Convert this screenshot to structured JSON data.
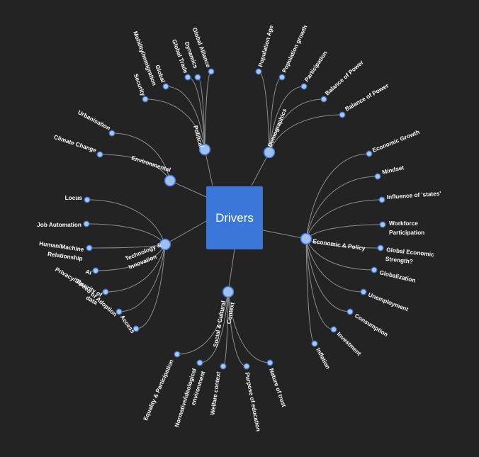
{
  "center": {
    "label": "Drivers"
  },
  "branches": [
    {
      "label": [
        "Political"
      ],
      "children": [
        [
          "Security"
        ],
        [
          "Global",
          "Mobility/Immigration"
        ],
        [
          "Global Trade"
        ],
        [
          "Dynamics"
        ],
        [
          "Global Alliance"
        ]
      ]
    },
    {
      "label": [
        "Demographics"
      ],
      "children": [
        [
          "Population Age"
        ],
        [
          "Population growth"
        ],
        [
          "Participation"
        ],
        [
          "Balance of Power"
        ],
        [
          "Balance of Power"
        ]
      ]
    },
    {
      "label": [
        "Environmental"
      ],
      "children": [
        [
          "Urbanisation"
        ],
        [
          "Climate Change"
        ]
      ]
    },
    {
      "label": [
        "Economic & Policy"
      ],
      "children": [
        [
          "Economic Growth"
        ],
        [
          "Mindset"
        ],
        [
          "Influence of 'states'"
        ],
        [
          "Workforce",
          "Participation"
        ],
        [
          "Global Economic",
          "Strength?"
        ],
        [
          "Globalization"
        ],
        [
          "Unemployment"
        ],
        [
          "Consumption"
        ],
        [
          "Investment"
        ],
        [
          "Inflation"
        ]
      ]
    },
    {
      "label": [
        "Technology &",
        "Innovation"
      ],
      "children": [
        [
          "Locus"
        ],
        [
          "Job Automation"
        ],
        [
          "Human/Machine",
          "Relationship"
        ],
        [
          "AI"
        ],
        [
          "Privacy/Security of",
          "data"
        ],
        [
          "Speed of Adoption"
        ],
        [
          "Access"
        ]
      ]
    },
    {
      "label": [
        "Social & Cultural",
        "Context"
      ],
      "children": [
        [
          "Equality & Participation"
        ],
        [
          "Normative/ideological",
          "environment"
        ],
        [
          "Welfare context"
        ],
        [
          "Purpose of education"
        ],
        [
          "Nature of trust"
        ]
      ]
    }
  ]
}
